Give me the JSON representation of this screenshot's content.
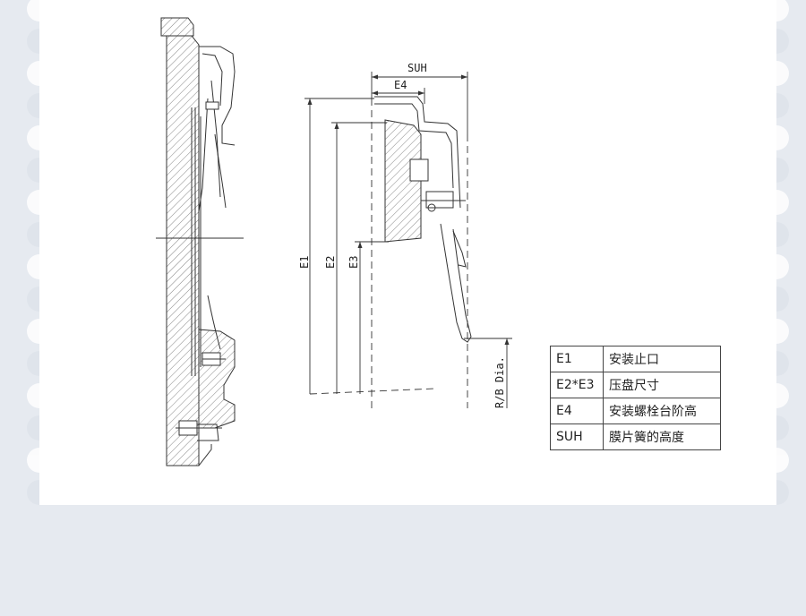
{
  "labels": {
    "suh": "SUH",
    "e4": "E4",
    "e1": "E1",
    "e2": "E2",
    "e3": "E3",
    "rb_dia": "R/B Dia."
  },
  "legend": [
    {
      "code": "E1",
      "desc": "安装止口"
    },
    {
      "code": "E2*E3",
      "desc": "压盘尺寸"
    },
    {
      "code": "E4",
      "desc": "安装螺栓台阶高"
    },
    {
      "code": "SUH",
      "desc": "膜片簧的高度"
    }
  ],
  "colors": {
    "background": "#e6eaf0",
    "card": "#ffffff",
    "line": "#333333",
    "hatch": "#555555"
  }
}
